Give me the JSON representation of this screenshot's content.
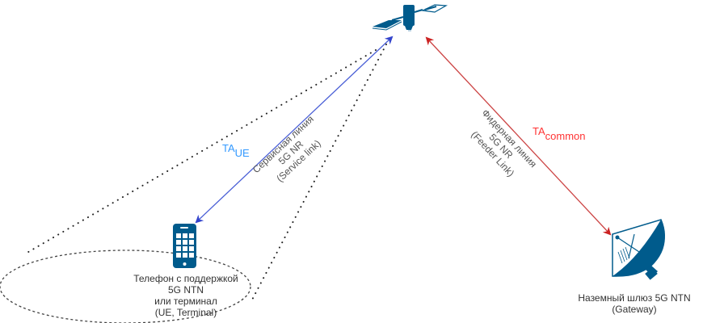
{
  "colors": {
    "icon_blue": "#005b8c",
    "service_link": "#4a5fd6",
    "feeder_link": "#cc4444",
    "ta_ue": "#3399ff",
    "ta_common": "#ff3333",
    "text": "#333333",
    "dotted": "#222222"
  },
  "satellite": {
    "icon": "satellite-icon"
  },
  "ue": {
    "icon": "smartphone-icon",
    "label_lines": [
      "Телефон с поддержкой",
      "5G NTN",
      "или терминал",
      "(UE, Terminal)"
    ]
  },
  "gateway": {
    "icon": "satellite-dish-icon",
    "label_lines": [
      "Наземный шлюз 5G NTN",
      "(Gateway)"
    ]
  },
  "service_link": {
    "label_lines": [
      "Сервисная линия",
      "5G NR",
      "(Service link)"
    ],
    "ta_main": "TA",
    "ta_sub": "UE"
  },
  "feeder_link": {
    "label_lines": [
      "Фидерная линия",
      "5G NR",
      "(Feeder Link)"
    ],
    "ta_main": "TA",
    "ta_sub": "common"
  }
}
